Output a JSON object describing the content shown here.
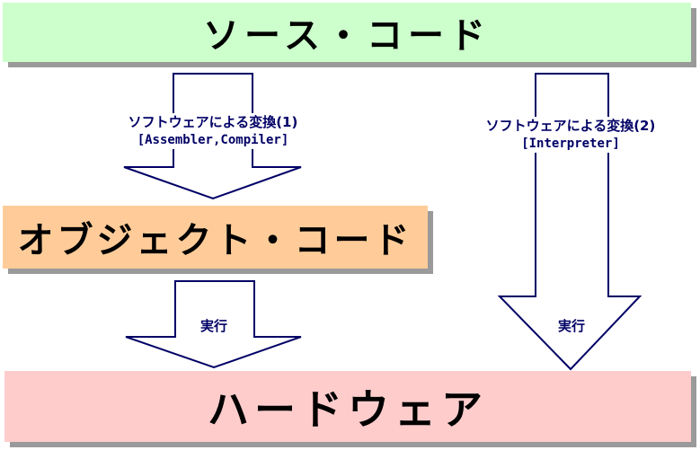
{
  "boxes": {
    "source_code": "ソース・コード",
    "object_code": "オブジェクト・コード",
    "hardware": "ハードウェア"
  },
  "arrows": {
    "conversion1": {
      "label": "ソフトウェアによる変換(1)",
      "sub": "[Assembler,Compiler]"
    },
    "conversion2": {
      "label": "ソフトウェアによる変換(2)",
      "sub": "[Interpreter]"
    },
    "execute1": "実行",
    "execute2": "実行"
  },
  "colors": {
    "source_fill": "#ccffcc",
    "object_fill": "#ffcc99",
    "hardware_fill": "#ffcccc",
    "arrow_stroke": "#000066",
    "shadow": "#9a9a9a"
  }
}
